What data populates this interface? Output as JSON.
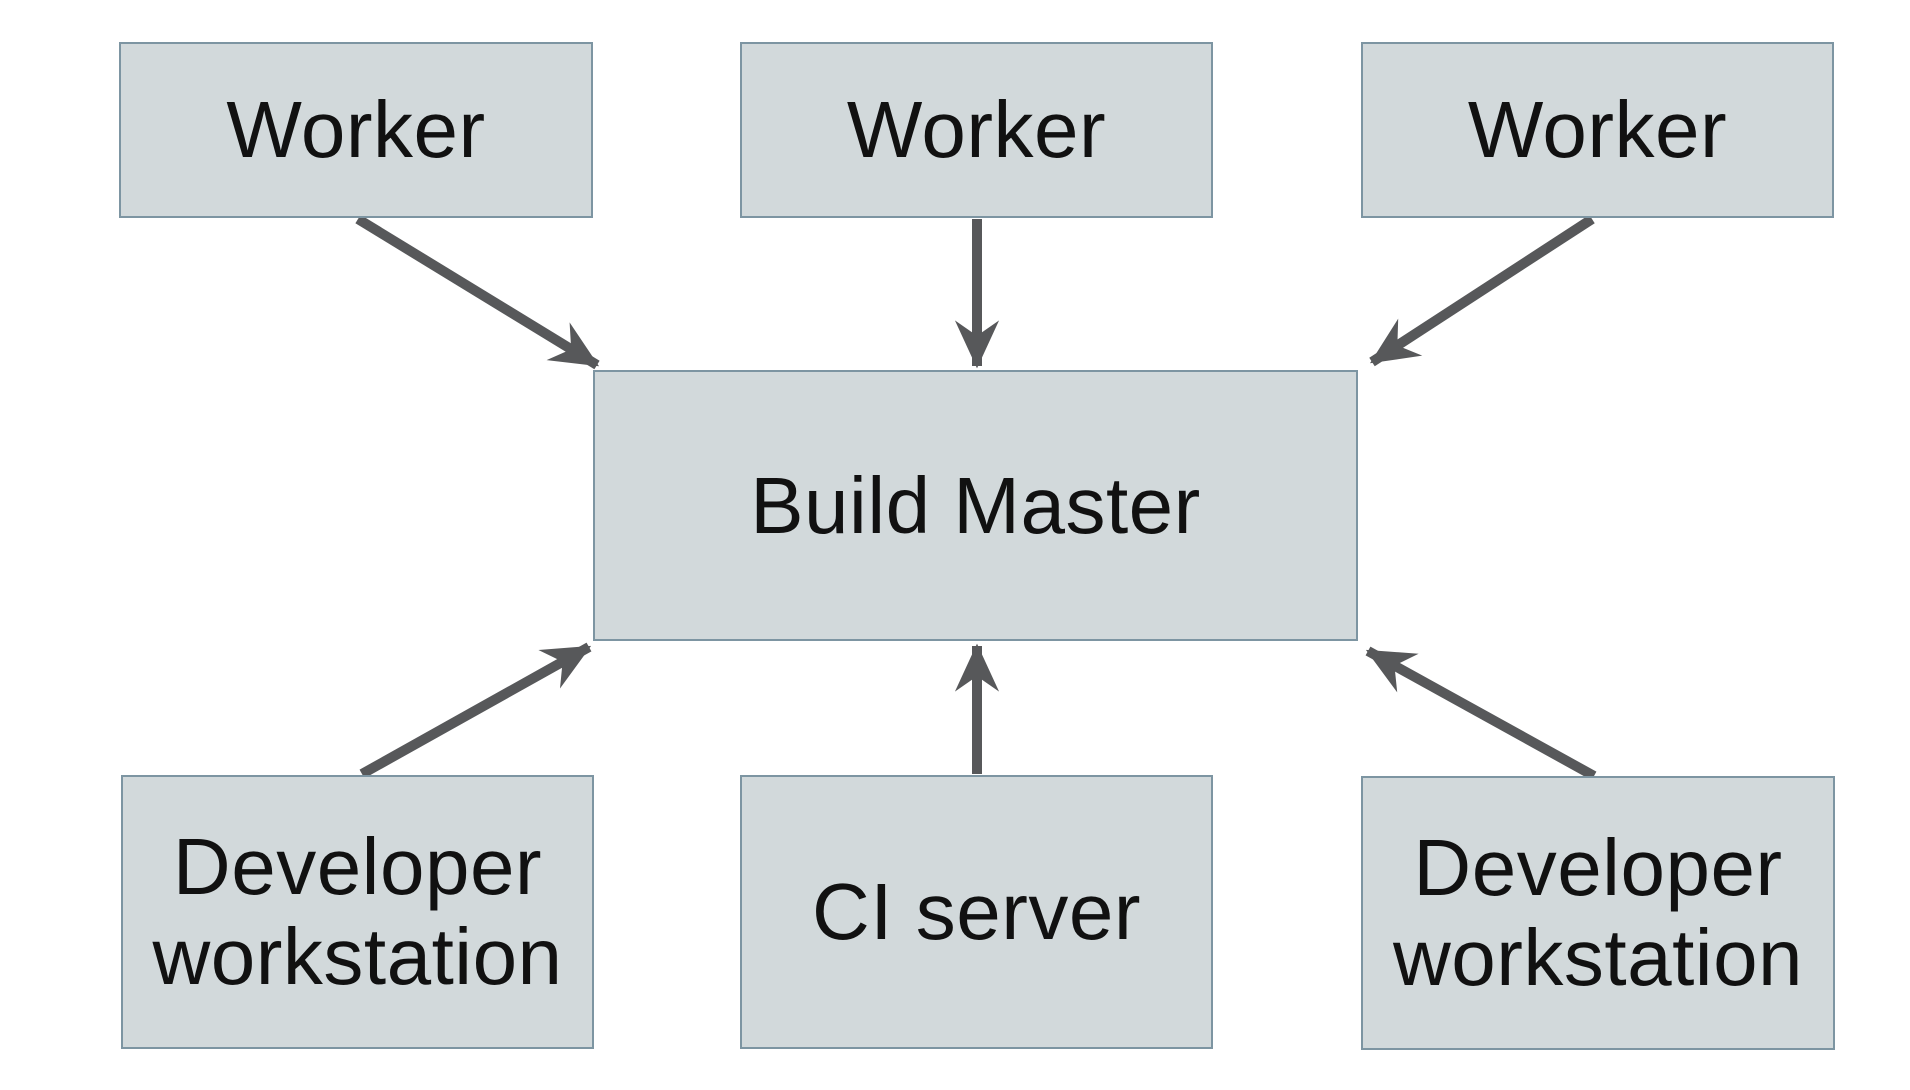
{
  "diagram": {
    "background_color": "#ffffff",
    "colors": {
      "node_fill": "#d2d9db",
      "node_border": "#7d95a2",
      "arrow": "#57585a",
      "label_text": "#111111"
    },
    "nodes": [
      {
        "id": "worker-1",
        "label": "Worker"
      },
      {
        "id": "worker-2",
        "label": "Worker"
      },
      {
        "id": "worker-3",
        "label": "Worker"
      },
      {
        "id": "build-master",
        "label": "Build Master"
      },
      {
        "id": "developer-workstation-1",
        "label": "Developer workstation"
      },
      {
        "id": "ci-server",
        "label": "CI server"
      },
      {
        "id": "developer-workstation-2",
        "label": "Developer workstation"
      }
    ],
    "edges": [
      {
        "from": "worker-1",
        "to": "build-master"
      },
      {
        "from": "worker-2",
        "to": "build-master"
      },
      {
        "from": "worker-3",
        "to": "build-master"
      },
      {
        "from": "developer-workstation-1",
        "to": "build-master"
      },
      {
        "from": "ci-server",
        "to": "build-master"
      },
      {
        "from": "developer-workstation-2",
        "to": "build-master"
      }
    ]
  }
}
